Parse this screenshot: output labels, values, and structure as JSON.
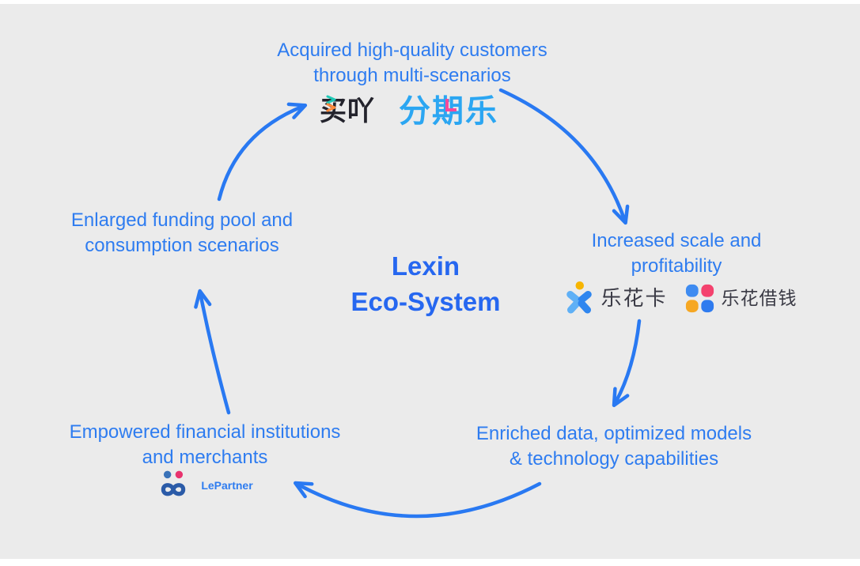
{
  "title": {
    "line1": "Lexin",
    "line2": "Eco-System"
  },
  "colors": {
    "page_bg": "#ebebeb",
    "frame_bg": "#ffffff",
    "text_blue": "#2e7cf0",
    "title_blue": "#2667f0",
    "arrow_blue": "#2979f2",
    "maiya_dark": "#23232c",
    "maiya_teal": "#1ec9b6",
    "maiya_orange": "#ff8a3c",
    "fenqile_blue": "#2ba6f2",
    "fenqile_pink": "#f8499a",
    "brand_text_dark": "#3a3a45",
    "lehuaka_blue": "#2f86ef",
    "lehuaka_lightblue": "#5fb0f6",
    "lehuaka_yellow": "#f7b500",
    "clover_blue": "#3e8bf1",
    "clover_pink": "#f4426e",
    "clover_orange": "#f6a723",
    "clover_deepblue": "#2f7bef",
    "lepartner_navy": "#2b5ba8",
    "lepartner_steel": "#3a72b8",
    "lepartner_pink": "#e8336e"
  },
  "nodes": {
    "top": {
      "line1": "Acquired high-quality customers",
      "line2": "through multi-scenarios",
      "brands": [
        "买吖",
        "分期乐"
      ]
    },
    "right": {
      "line1": "Increased scale and",
      "line2": "profitability",
      "brands": [
        "乐花卡",
        "乐花借钱"
      ]
    },
    "bottom_right": {
      "line1": "Enriched data, optimized models",
      "line2": "& technology capabilities"
    },
    "bottom_left": {
      "line1": "Empowered financial institutions",
      "line2": "and merchants",
      "brands": [
        "LePartner"
      ]
    },
    "left": {
      "line1": "Enlarged funding pool and",
      "line2": "consumption scenarios"
    }
  }
}
